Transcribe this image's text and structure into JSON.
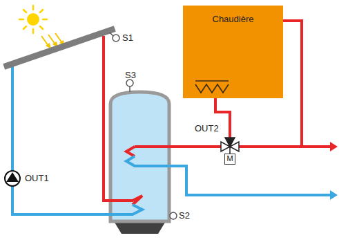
{
  "diagram": {
    "nodes": [
      {
        "text": [
          "Chaudière"
        ]
      },
      {
        "text": [
          "M"
        ]
      }
    ],
    "labels": [
      "S1",
      "S3",
      "OUT2",
      "OUT1",
      "S2"
    ]
  }
}
